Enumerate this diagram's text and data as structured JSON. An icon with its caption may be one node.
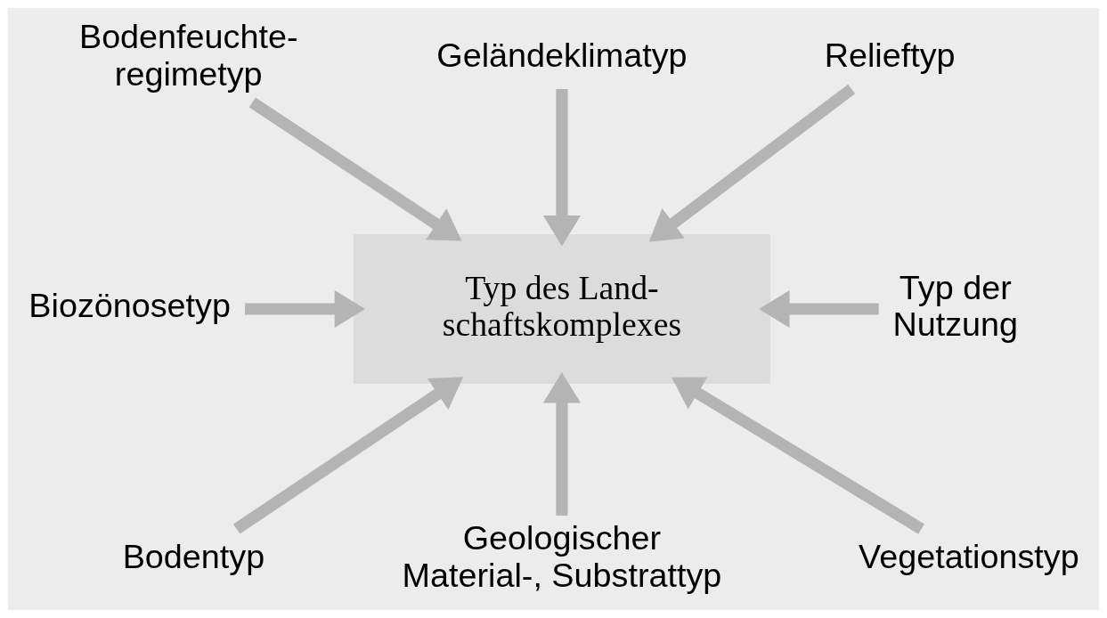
{
  "diagram": {
    "nodes": [
      {
        "text": [
          "Bodenfeuchte- regimetyp"
        ]
      },
      {
        "text": [
          "Geländeklimatyp"
        ]
      },
      {
        "text": [
          "Relieftyp"
        ]
      },
      {
        "text": [
          "Biozönosetyp"
        ]
      },
      {
        "text": [
          "Typ des Land- schaftskomplexes"
        ]
      },
      {
        "text": [
          "Typ der Nutzung"
        ]
      },
      {
        "text": [
          "Bodentyp"
        ]
      },
      {
        "text": [
          "Geologischer Material-, Substrattyp"
        ]
      },
      {
        "text": [
          "Vegetationstyp"
        ]
      }
    ],
    "edges": [
      {
        "from": 0,
        "to": 4,
        "arrow": "to"
      },
      {
        "from": 1,
        "to": 4,
        "arrow": "to"
      },
      {
        "from": 2,
        "to": 4,
        "arrow": "to"
      },
      {
        "from": 3,
        "to": 4,
        "arrow": "to"
      },
      {
        "from": 5,
        "to": 4,
        "arrow": "to"
      },
      {
        "from": 6,
        "to": 4,
        "arrow": "to"
      },
      {
        "from": 7,
        "to": 4,
        "arrow": "to"
      },
      {
        "from": 8,
        "to": 4,
        "arrow": "to"
      }
    ]
  }
}
